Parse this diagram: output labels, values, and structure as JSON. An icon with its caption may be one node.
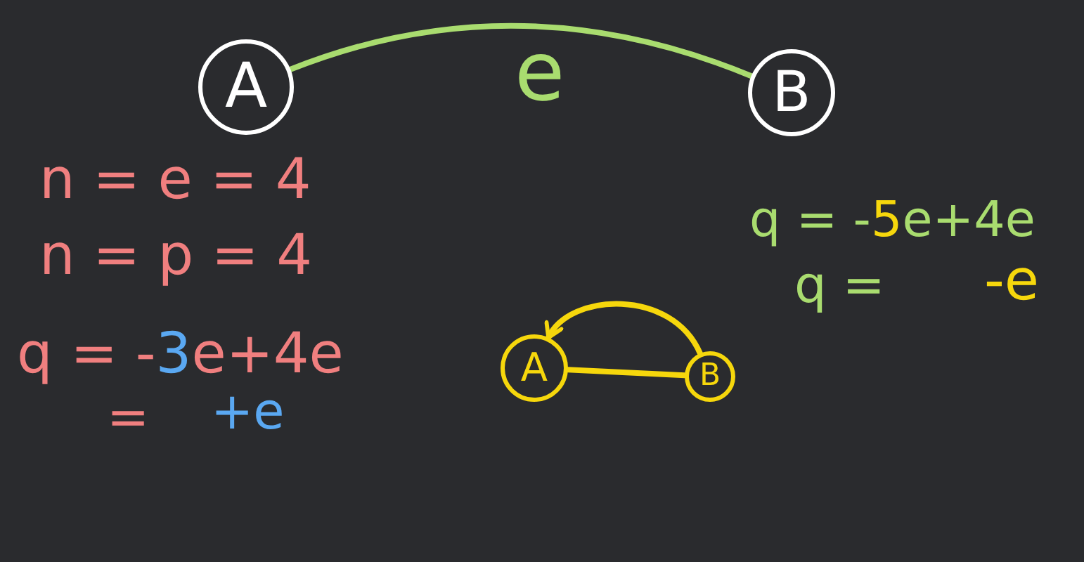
{
  "diagram": {
    "nodes": [
      {
        "text": [
          "A"
        ]
      },
      {
        "text": [
          "B"
        ]
      },
      {
        "text": [
          "A"
        ]
      },
      {
        "text": [
          "B"
        ]
      }
    ],
    "edges": [
      {
        "from": 0,
        "to": 1,
        "arrow": "none",
        "label": "e",
        "color": "#a9dc6f"
      },
      {
        "from": 2,
        "to": 3,
        "arrow": "none"
      },
      {
        "from": 3,
        "to": 2,
        "arrow": "to"
      }
    ],
    "labels": [
      "n = e = 4",
      "n = p = 4",
      "q = -3e+4e",
      "=",
      "+e",
      "q = -5e+4e",
      "q =",
      "-e"
    ]
  }
}
